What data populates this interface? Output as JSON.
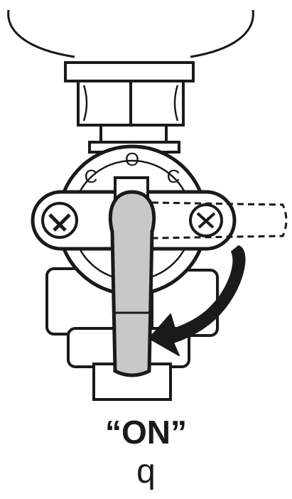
{
  "diagram": {
    "valve_markings": [
      "C",
      "O",
      "C"
    ],
    "state_label": "“ON”",
    "sub_label": "q",
    "colors": {
      "ink": "#1a1a1a",
      "handle": "#c8c8c8",
      "background": "#ffffff"
    },
    "icons": [
      "fuel-tank-outline",
      "hex-nut",
      "fuel-valve",
      "valve-lever",
      "rotation-arrow"
    ]
  }
}
